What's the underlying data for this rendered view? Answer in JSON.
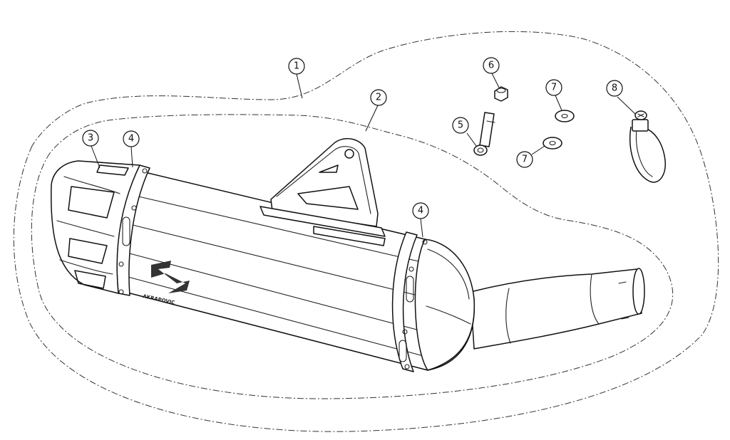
{
  "diagram": {
    "logo": {
      "name": "akrapovic-logo",
      "text": "AKRAPOVIC"
    },
    "callouts": [
      {
        "id": "callout-1",
        "label": "1"
      },
      {
        "id": "callout-2",
        "label": "2"
      },
      {
        "id": "callout-3",
        "label": "3"
      },
      {
        "id": "callout-4a",
        "label": "4"
      },
      {
        "id": "callout-4b",
        "label": "4"
      },
      {
        "id": "callout-5",
        "label": "5"
      },
      {
        "id": "callout-6",
        "label": "6"
      },
      {
        "id": "callout-7a",
        "label": "7"
      },
      {
        "id": "callout-7b",
        "label": "7"
      },
      {
        "id": "callout-8",
        "label": "8"
      }
    ]
  }
}
